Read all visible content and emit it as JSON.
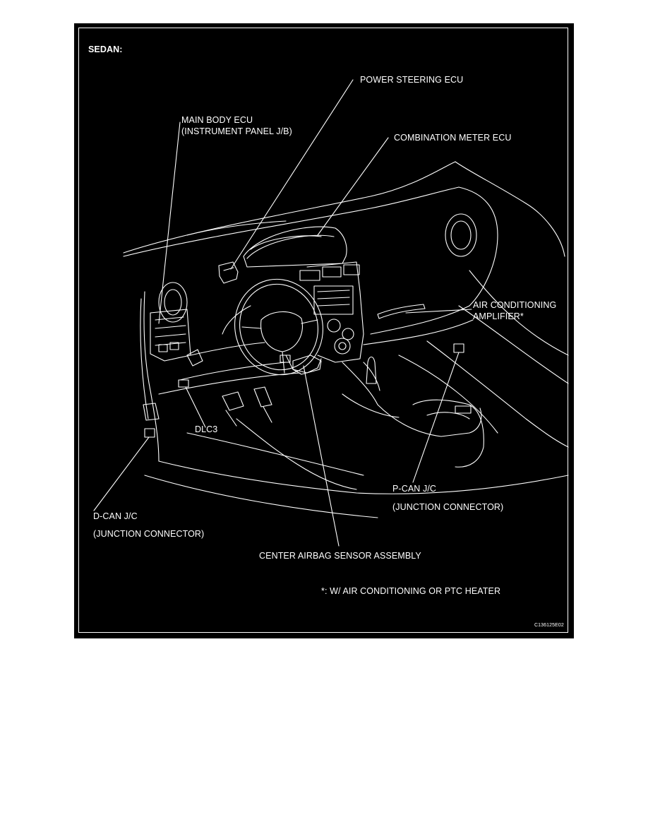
{
  "diagram": {
    "section_label": "SEDAN:",
    "labels": {
      "power_steering_ecu": "POWER STEERING ECU",
      "main_body_ecu_line1": "MAIN BODY ECU",
      "main_body_ecu_line2": "(INSTRUMENT PANEL J/B)",
      "combination_meter_ecu": "COMBINATION METER ECU",
      "air_conditioning_line1": "AIR CONDITIONING",
      "air_conditioning_line2": "AMPLIFIER*",
      "dlc3": "DLC3",
      "p_can_line1": "P-CAN J/C",
      "p_can_line2": "(JUNCTION CONNECTOR)",
      "d_can_line1": "D-CAN J/C",
      "d_can_line2": "(JUNCTION CONNECTOR)",
      "center_airbag": "CENTER AIRBAG SENSOR ASSEMBLY"
    },
    "footnote": "*: W/ AIR CONDITIONING OR PTC HEATER",
    "figure_code": "C136125E02",
    "colors": {
      "background": "#000000",
      "linework": "#ffffff"
    }
  }
}
